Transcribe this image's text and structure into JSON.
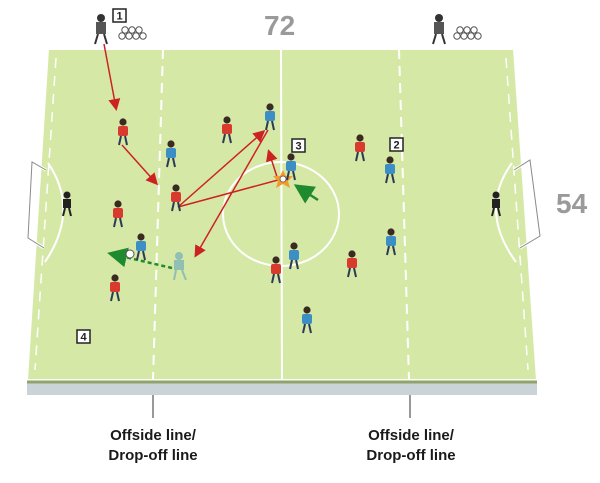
{
  "dimensions": {
    "width_label": "72",
    "height_label": "54"
  },
  "markers": {
    "m1": "1",
    "m2": "2",
    "m3": "3",
    "m4": "4"
  },
  "captions": {
    "left": [
      "Offside line/",
      "Drop-off line"
    ],
    "right": [
      "Offside line/",
      "Drop-off line"
    ]
  },
  "colors": {
    "pitch": "#d6e8a6",
    "pitch_stripe": "#cfe39d",
    "lines": "#ffffff",
    "red_team": "#d83a2e",
    "blue_team": "#3c8fc4",
    "pass_arrow": "#cc2222",
    "run_arrow": "#1f8a2e",
    "dim_text": "#9a9a9a"
  },
  "players": {
    "red": [
      {
        "pos": "left-upper-wing"
      },
      {
        "pos": "left-mid"
      },
      {
        "pos": "left-back"
      },
      {
        "pos": "left-low"
      },
      {
        "pos": "centre-top"
      },
      {
        "pos": "centre-right-top"
      },
      {
        "pos": "centre-bottom"
      },
      {
        "pos": "right-mid"
      }
    ],
    "blue": [
      {
        "pos": "left-upper"
      },
      {
        "pos": "centre-top"
      },
      {
        "pos": "centre-ball"
      },
      {
        "pos": "right-top"
      },
      {
        "pos": "left-lower"
      },
      {
        "pos": "centre-lower"
      },
      {
        "pos": "right-lower"
      },
      {
        "pos": "bottom-centre"
      }
    ]
  }
}
